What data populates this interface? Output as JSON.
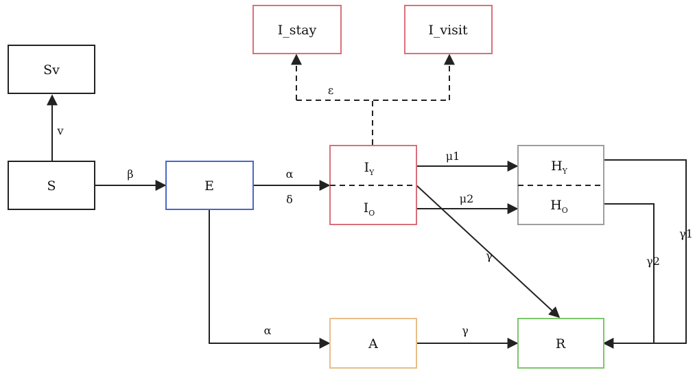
{
  "nodes": {
    "Sv": {
      "label": "Sv",
      "color": "#222222"
    },
    "S": {
      "label": "S",
      "color": "#222222"
    },
    "E": {
      "label": "E",
      "color": "#4a66c8"
    },
    "I": {
      "label_top": "I",
      "sub_top": "Y",
      "label_bottom": "I",
      "sub_bottom": "O",
      "color": "#d9707a"
    },
    "H": {
      "label_top": "H",
      "sub_top": "Y",
      "label_bottom": "H",
      "sub_bottom": "O",
      "color": "#9e9e9e"
    },
    "A": {
      "label": "A",
      "color": "#e8be8a"
    },
    "R": {
      "label": "R",
      "color": "#7cc76a"
    },
    "I_stay": {
      "label": "I_stay",
      "color": "#d9707a"
    },
    "I_visit": {
      "label": "I_visit",
      "color": "#d9707a"
    }
  },
  "edges": {
    "S_Sv": "v",
    "S_E": "β",
    "E_I_top": "α",
    "E_I_bottom": "δ",
    "I_split": "ε",
    "IY_HY": "μ1",
    "IO_HO": "μ2",
    "IY_R": "γ",
    "E_A": "α",
    "A_R": "γ",
    "HO_R": "γ2",
    "HY_R": "γ1"
  }
}
